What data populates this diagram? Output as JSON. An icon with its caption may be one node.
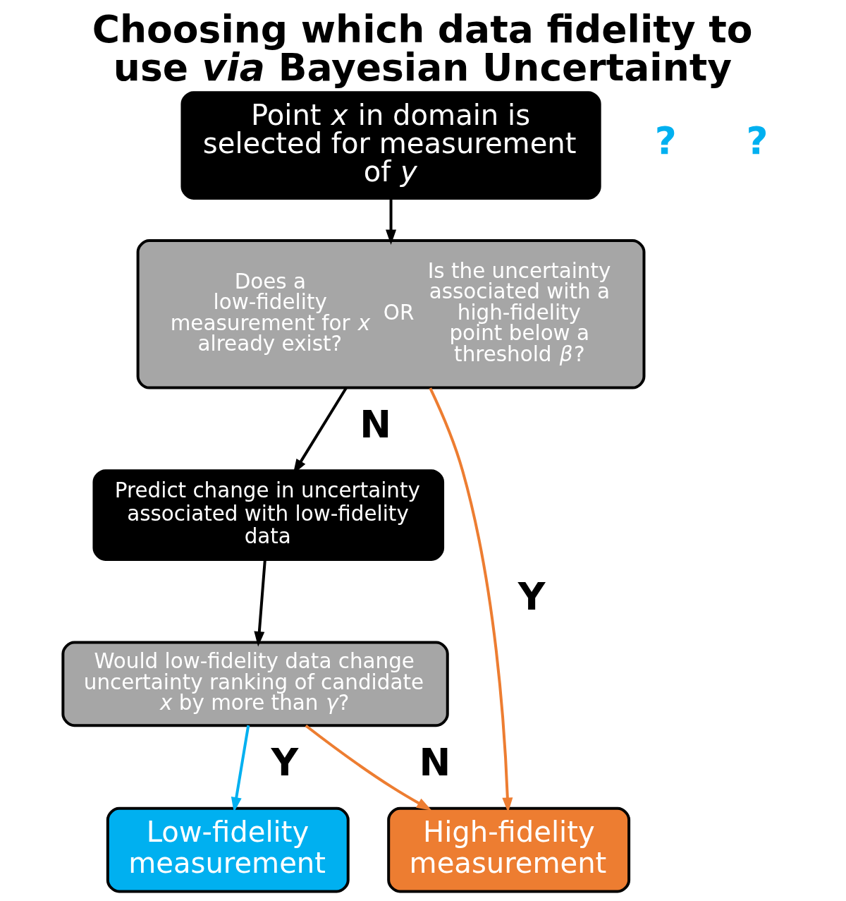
{
  "diagram": {
    "title": "Choosing which data fidelity to use *via* Bayesian Uncertainty",
    "nodes": [
      {
        "text": [
          "Point *x* in domain is selected for measurement of *y*"
        ]
      },
      {
        "text": [
          "Does a low-fidelity measurement for *x* already exist?",
          "OR",
          "Is the uncertainty associated with a high-fidelity point below a threshold *β*?"
        ]
      },
      {
        "text": [
          "Predict change in uncertainty associated with low-fidelity data"
        ]
      },
      {
        "text": [
          "Would low-fidelity data change uncertainty ranking of candidate *x* by more than *γ*?"
        ]
      },
      {
        "text": [
          "Low-fidelity measurement"
        ]
      },
      {
        "text": [
          "High-fidelity measurement"
        ]
      }
    ],
    "edges": [
      {
        "from": 0,
        "to": 1,
        "arrow": "to"
      },
      {
        "from": 1,
        "to": 2,
        "arrow": "to",
        "label": "N"
      },
      {
        "from": 1,
        "to": 5,
        "arrow": "to",
        "label": "Y",
        "color": "#ed7d31"
      },
      {
        "from": 2,
        "to": 3,
        "arrow": "to"
      },
      {
        "from": 3,
        "to": 4,
        "arrow": "to",
        "label": "Y",
        "color": "#00b0f0"
      },
      {
        "from": 3,
        "to": 5,
        "arrow": "to",
        "label": "N",
        "color": "#ed7d31"
      }
    ],
    "labels": [
      "?",
      "?"
    ]
  }
}
